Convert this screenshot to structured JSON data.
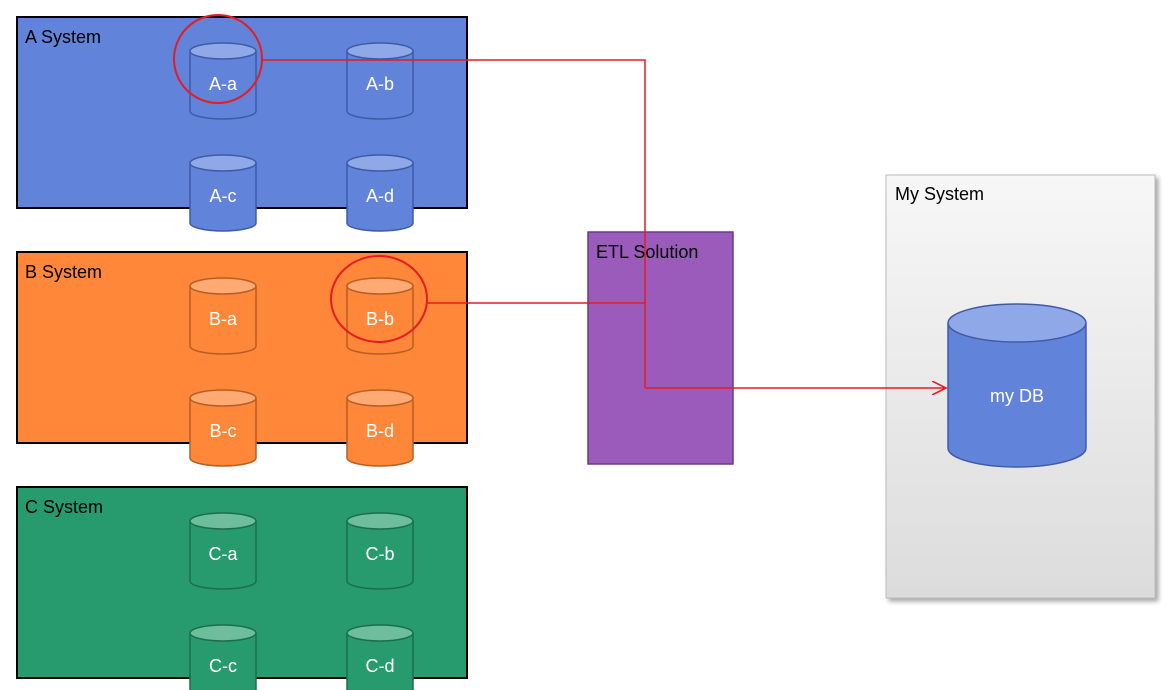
{
  "systems": {
    "a": {
      "label": "A System",
      "fill": "#6183DA",
      "db_fill": "#6183DA",
      "db_top": "#8FA8E7",
      "db_stroke": "#3F5BA8",
      "dbs": [
        "A-a",
        "A-b",
        "A-c",
        "A-d"
      ]
    },
    "b": {
      "label": "B System",
      "fill": "#FF8739",
      "db_fill": "#FF8739",
      "db_top": "#FFAA75",
      "db_stroke": "#B85E22",
      "dbs": [
        "B-a",
        "B-b",
        "B-c",
        "B-d"
      ]
    },
    "c": {
      "label": "C System",
      "fill": "#279B6E",
      "db_fill": "#279B6E",
      "db_top": "#6FBE9B",
      "db_stroke": "#1B6E4D",
      "dbs": [
        "C-a",
        "C-b",
        "C-c",
        "C-d"
      ]
    }
  },
  "etl": {
    "label": "ETL Solution",
    "fill": "#9A5BBA",
    "stroke": "#6A3A86"
  },
  "my_system": {
    "label": "My System",
    "db_label": "my DB",
    "db_fill": "#6183DA",
    "db_top": "#8FA8E7",
    "db_stroke": "#3F5BA8"
  },
  "highlight_color": "#E51C23",
  "connections": [
    {
      "from": "A-a",
      "to": "my DB",
      "via": "ETL Solution"
    },
    {
      "from": "B-b",
      "to": "my DB",
      "via": "ETL Solution"
    }
  ]
}
